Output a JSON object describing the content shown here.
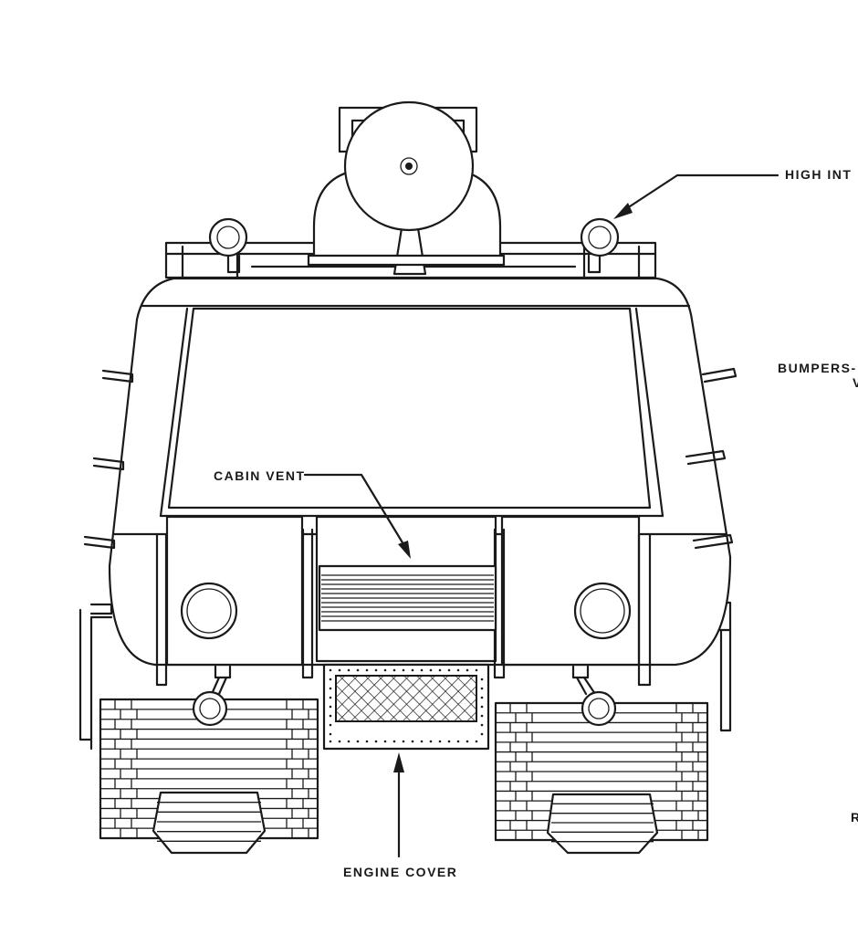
{
  "callouts": {
    "high_intensity_lights": "HIGH INT",
    "bumpers": "BUMPERS-",
    "bumpers_fragment": "V",
    "cabin_vent": "CABIN VENT",
    "engine_cover": "ENGINE COVER",
    "right_edge_fragment": "R"
  }
}
